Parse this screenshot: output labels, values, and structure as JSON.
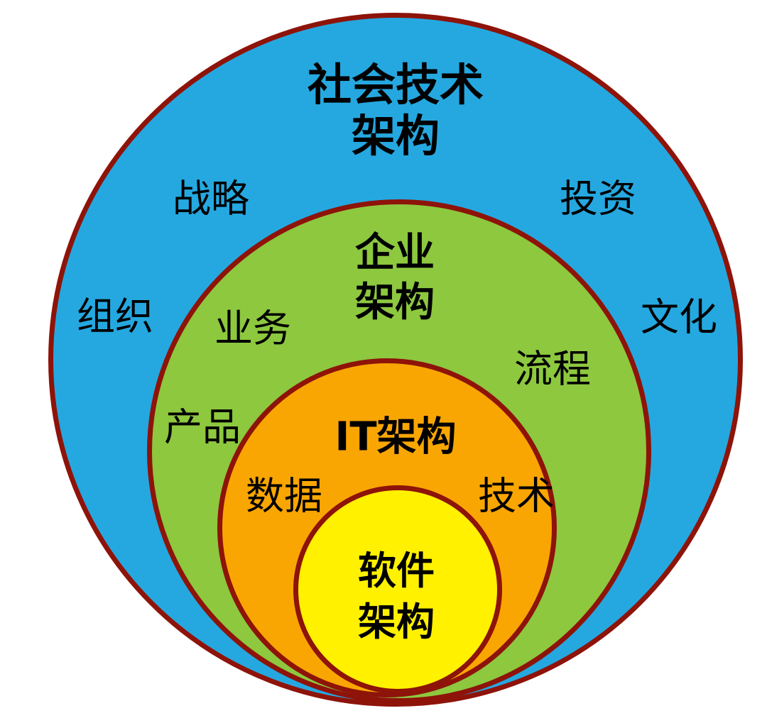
{
  "diagram": {
    "type": "nested-circles",
    "colors": {
      "ring": "#8E1309",
      "socio_technical_fill": "#25A8E0",
      "enterprise_fill": "#8DC83F",
      "it_fill": "#F9A602",
      "software_fill": "#FFF100",
      "text": "#000000",
      "background": "#FFFFFF"
    },
    "layers": [
      {
        "name": "socio-technical-architecture",
        "title": "社会技术\n架构",
        "annotations": [
          "战略",
          "投资",
          "组织",
          "文化"
        ]
      },
      {
        "name": "enterprise-architecture",
        "title": "企业\n架构",
        "annotations": [
          "业务",
          "流程",
          "产品"
        ]
      },
      {
        "name": "it-architecture",
        "title": "IT架构",
        "annotations": [
          "数据",
          "技术"
        ]
      },
      {
        "name": "software-architecture",
        "title": "软件\n架构",
        "annotations": []
      }
    ]
  }
}
